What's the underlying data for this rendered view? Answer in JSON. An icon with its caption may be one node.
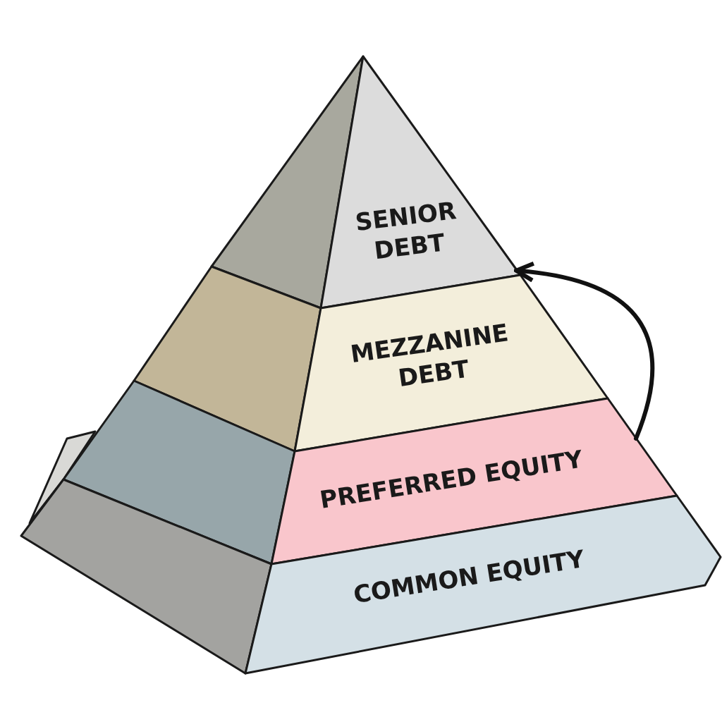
{
  "diagram": {
    "nodes": [
      {
        "text": [
          "SENIOR DEBT"
        ]
      },
      {
        "text": [
          "MEZZANINE DEBT"
        ]
      },
      {
        "text": [
          "PREFERRED EQUITY"
        ]
      },
      {
        "text": [
          "COMMON EQUITY"
        ]
      }
    ],
    "edges": [
      {
        "from": 2,
        "to": 0,
        "arrow": "to"
      }
    ]
  }
}
